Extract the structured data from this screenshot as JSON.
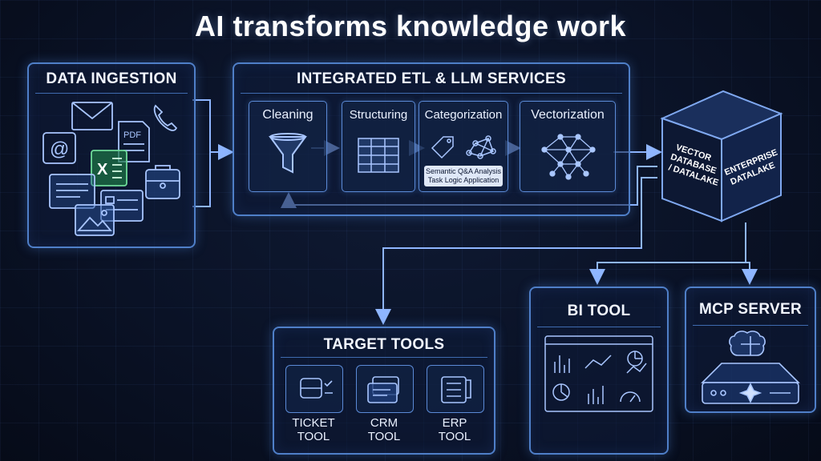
{
  "title": "AI transforms knowledge work",
  "ingestion": {
    "title": "DATA INGESTION",
    "icons": [
      "mail-icon",
      "phone-icon",
      "pdf-icon",
      "at-sign-icon",
      "excel-icon",
      "briefcase-icon",
      "document-icon",
      "form-icon",
      "image-icon"
    ]
  },
  "etl": {
    "title": "INTEGRATED ETL & LLM SERVICES",
    "stages": [
      {
        "label": "Cleaning",
        "icon": "funnel-icon"
      },
      {
        "label": "Structuring",
        "icon": "table-icon"
      },
      {
        "label": "Categorization",
        "icon": "tag-icon",
        "sub_line1": "Semantic Q&A Analysis",
        "sub_line2": "Task Logic Application"
      },
      {
        "label": "Vectorization",
        "icon": "network-icon"
      }
    ]
  },
  "database": {
    "front_line1": "VECTOR",
    "front_line2": "DATABASE",
    "front_line3": "/ DATALAKE",
    "side_line1": "ENTERPRISE",
    "side_line2": "DATALAKE"
  },
  "target_tools": {
    "title": "TARGET TOOLS",
    "tools": [
      {
        "line1": "TICKET",
        "line2": "TOOL",
        "icon": "ticket-icon"
      },
      {
        "line1": "CRM",
        "line2": "TOOL",
        "icon": "crm-card-icon"
      },
      {
        "line1": "ERP",
        "line2": "TOOL",
        "icon": "erp-icon"
      }
    ]
  },
  "bi_tool": {
    "title": "BI TOOL",
    "icon": "dashboard-icon"
  },
  "mcp_server": {
    "title": "MCP SERVER",
    "icon": "brain-server-icon"
  },
  "colors": {
    "background": "#0a1226",
    "panel_border": "#4f7fc8",
    "accent": "#8fb6ff"
  }
}
